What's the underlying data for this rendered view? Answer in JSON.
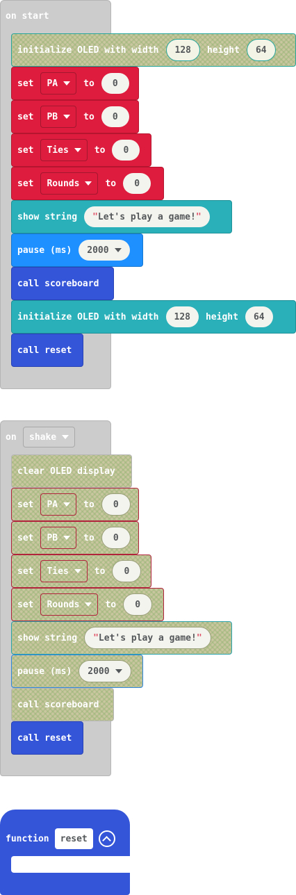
{
  "on_start": {
    "hat_label": "on start",
    "blocks": {
      "init1": {
        "text": "initialize OLED with width",
        "width": "128",
        "height_label": "height",
        "height": "64"
      },
      "setPA": {
        "set": "set",
        "var": "PA",
        "to": "to",
        "val": "0"
      },
      "setPB": {
        "set": "set",
        "var": "PB",
        "to": "to",
        "val": "0"
      },
      "setTies": {
        "set": "set",
        "var": "Ties",
        "to": "to",
        "val": "0"
      },
      "setRounds": {
        "set": "set",
        "var": "Rounds",
        "to": "to",
        "val": "0"
      },
      "show": {
        "label": "show string",
        "value": "Let's play a game!"
      },
      "pause": {
        "label": "pause (ms)",
        "value": "2000"
      },
      "call_score": {
        "label": "call scoreboard"
      },
      "init2": {
        "text": "initialize OLED with width",
        "width": "128",
        "height_label": "height",
        "height": "64"
      },
      "call_reset": {
        "label": "call reset"
      }
    }
  },
  "on_shake": {
    "hat_on": "on",
    "event": "shake",
    "blocks": {
      "clear": {
        "label": "clear OLED display"
      },
      "setPA": {
        "set": "set",
        "var": "PA",
        "to": "to",
        "val": "0"
      },
      "setPB": {
        "set": "set",
        "var": "PB",
        "to": "to",
        "val": "0"
      },
      "setTies": {
        "set": "set",
        "var": "Ties",
        "to": "to",
        "val": "0"
      },
      "setRounds": {
        "set": "set",
        "var": "Rounds",
        "to": "to",
        "val": "0"
      },
      "show": {
        "label": "show string",
        "value": "Let's play a game!"
      },
      "pause": {
        "label": "pause (ms)",
        "value": "2000"
      },
      "call_score": {
        "label": "call scoreboard"
      },
      "call_reset": {
        "label": "call reset"
      }
    }
  },
  "function_block": {
    "label": "function",
    "name": "reset"
  },
  "colors": {
    "variables": "#dd1c3e",
    "oled": "#26a69a",
    "basic_show": "#2ab0b8",
    "pause": "#1e90ff",
    "functions": "#3455d8",
    "events_grey": "#cccccc"
  }
}
